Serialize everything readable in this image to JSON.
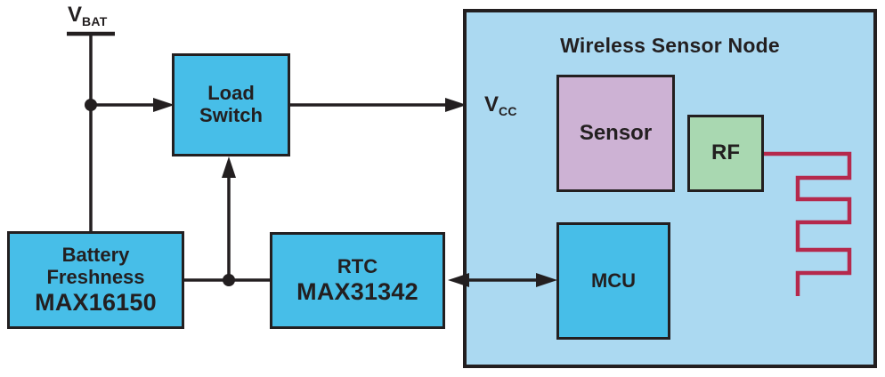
{
  "diagram": {
    "node_title": "Wireless Sensor Node",
    "power": {
      "vbat_main": "V",
      "vbat_sub": "BAT",
      "vcc_main": "V",
      "vcc_sub": "CC"
    },
    "blocks": {
      "load_switch": {
        "line1": "Load",
        "line2": "Switch"
      },
      "battery_freshness": {
        "line1": "Battery",
        "line2": "Freshness",
        "part": "MAX16150"
      },
      "rtc": {
        "line1": "RTC",
        "part": "MAX31342"
      },
      "sensor": {
        "label": "Sensor"
      },
      "rf": {
        "label": "RF"
      },
      "mcu": {
        "label": "MCU"
      }
    },
    "colors": {
      "block_cyan": "#47bee8",
      "node_background": "#abd9f1",
      "sensor_purple": "#cdb2d4",
      "rf_green": "#a9d8b1",
      "antenna_red": "#b5294c",
      "line_black": "#231f20",
      "page_background": "#ffffff"
    }
  }
}
